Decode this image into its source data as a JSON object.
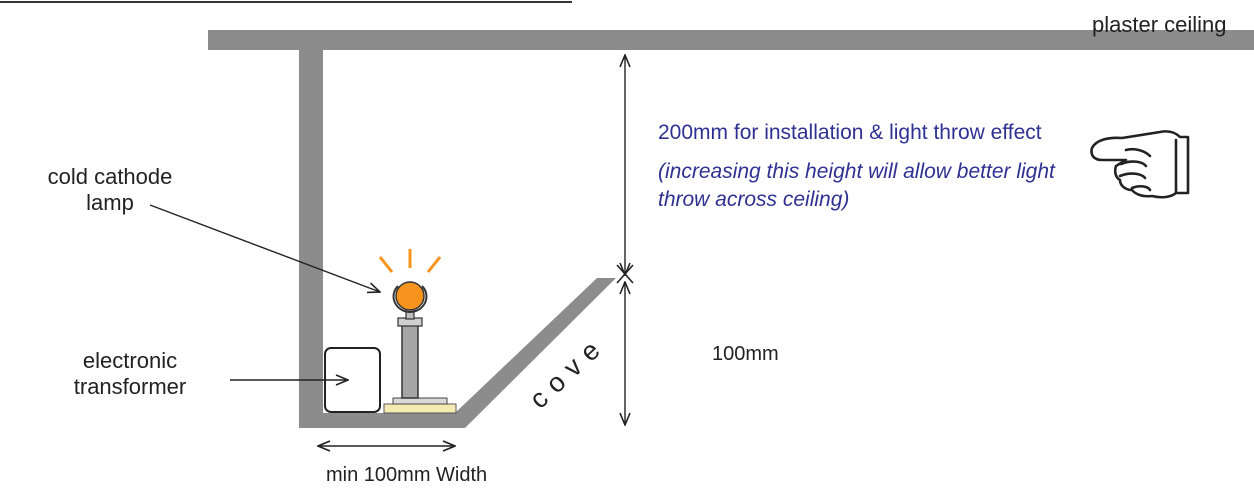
{
  "labels": {
    "ceiling": "plaster ceiling",
    "lamp_line1": "cold cathode",
    "lamp_line2": "lamp",
    "transformer_line1": "electronic",
    "transformer_line2": "transformer",
    "cove": "cove",
    "height_200": "200mm for installation & light throw effect",
    "height_note_line1": "(increasing this height will allow better light",
    "height_note_line2": "throw across ceiling)",
    "height_100": "100mm",
    "width": "min 100mm Width"
  },
  "icons": {
    "pointing_hand": "pointing-hand-icon"
  },
  "colors": {
    "structure": "#8c8c8c",
    "lamp": "#f7941d",
    "lamp_base": "#f5eab0",
    "note_text": "#2e3192",
    "label_text": "#222222"
  }
}
